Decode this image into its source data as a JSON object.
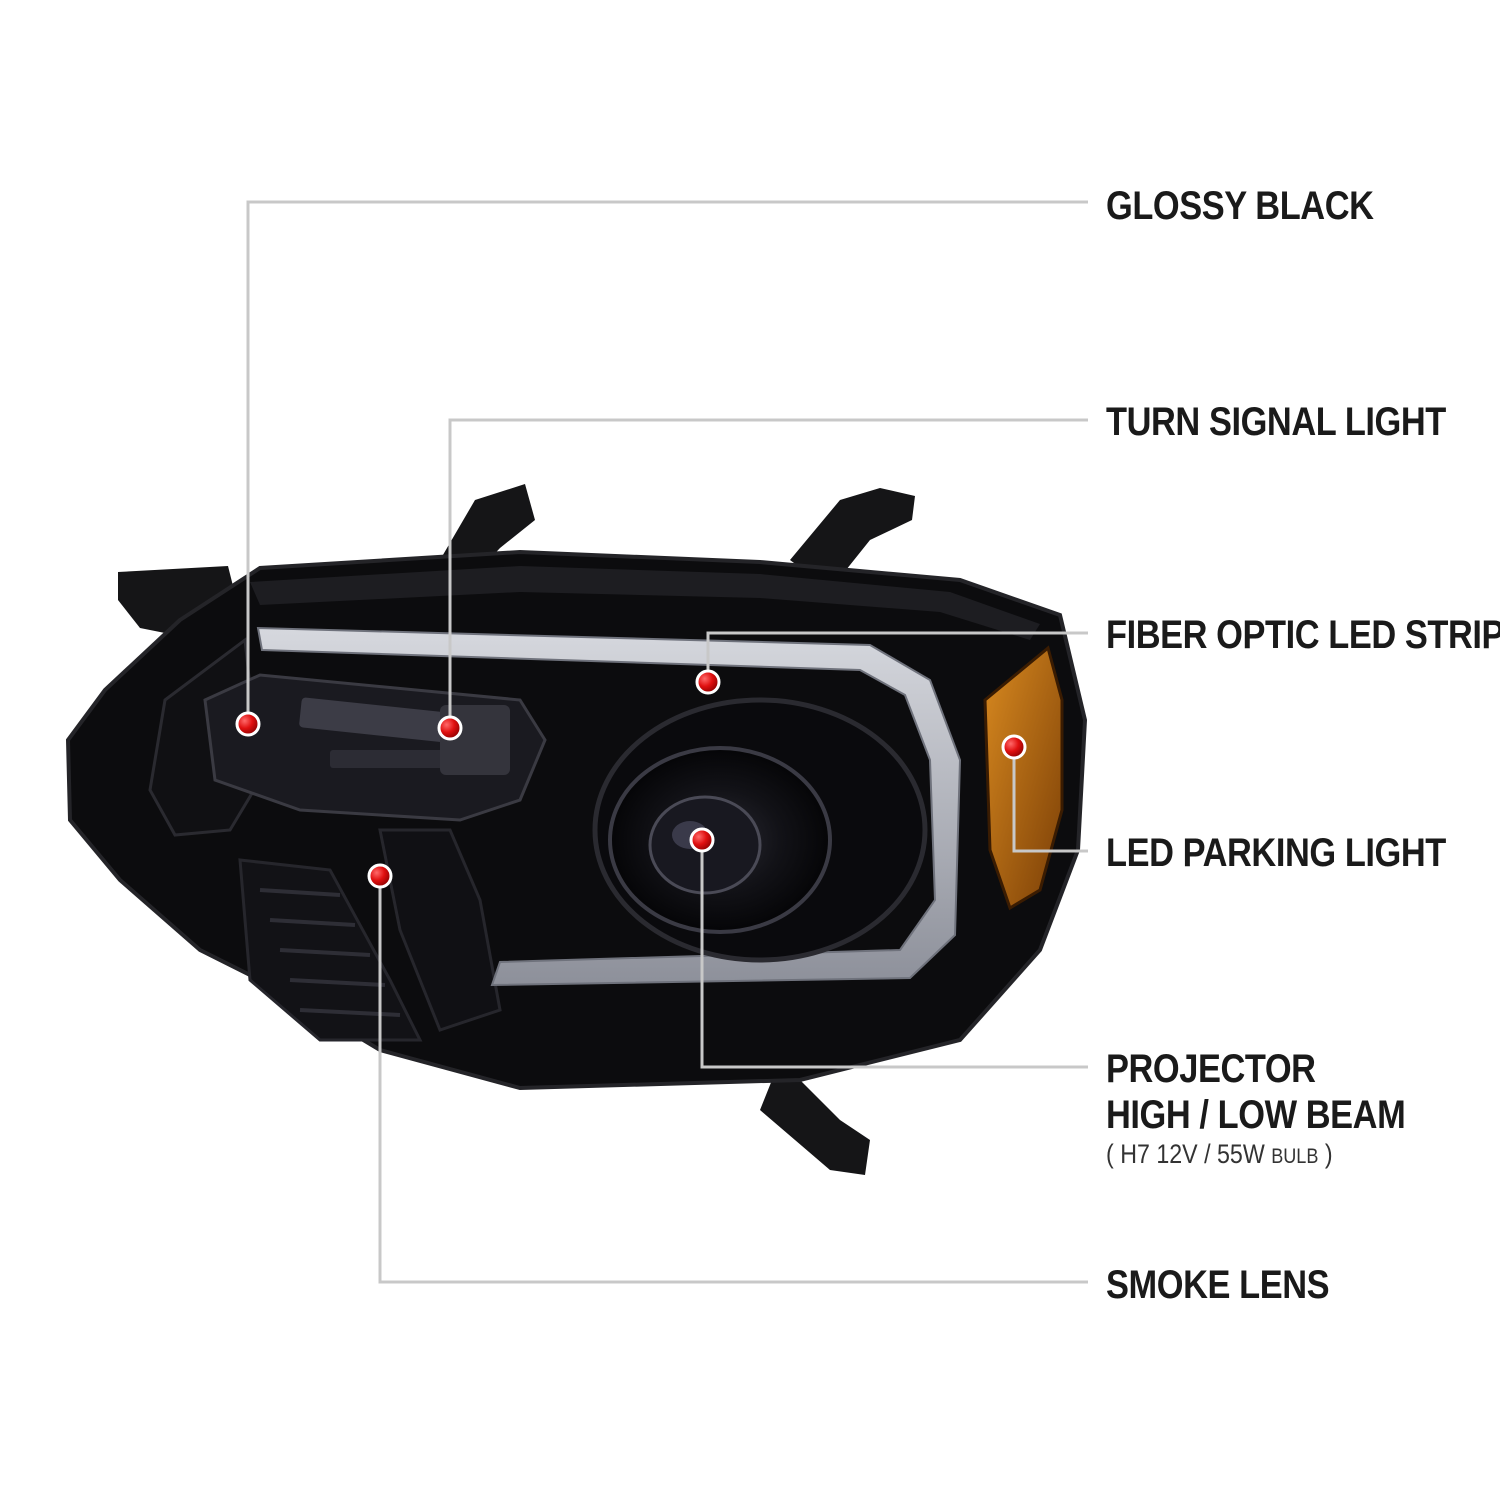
{
  "callouts": [
    {
      "id": "glossy-black",
      "label": "GLOSSY BLACK"
    },
    {
      "id": "turn-signal-light",
      "label": "TURN SIGNAL LIGHT"
    },
    {
      "id": "fiber-optic-led-strip",
      "label": "FIBER OPTIC LED STRIP"
    },
    {
      "id": "led-parking-light",
      "label": "LED PARKING LIGHT"
    },
    {
      "id": "projector",
      "line1": "PROJECTOR",
      "line2": "HIGH / LOW BEAM",
      "note_open": "( ",
      "note_spec": "H7  12V / 55W ",
      "note_unit": "BULB",
      "note_close": " )"
    },
    {
      "id": "smoke-lens",
      "label": "SMOKE LENS"
    }
  ],
  "colors": {
    "leader_line": "#c8c8c8",
    "marker": "#e01010",
    "housing": "#0c0c0e",
    "led_strip": "#b9bcc6",
    "amber": "#b86a10"
  }
}
